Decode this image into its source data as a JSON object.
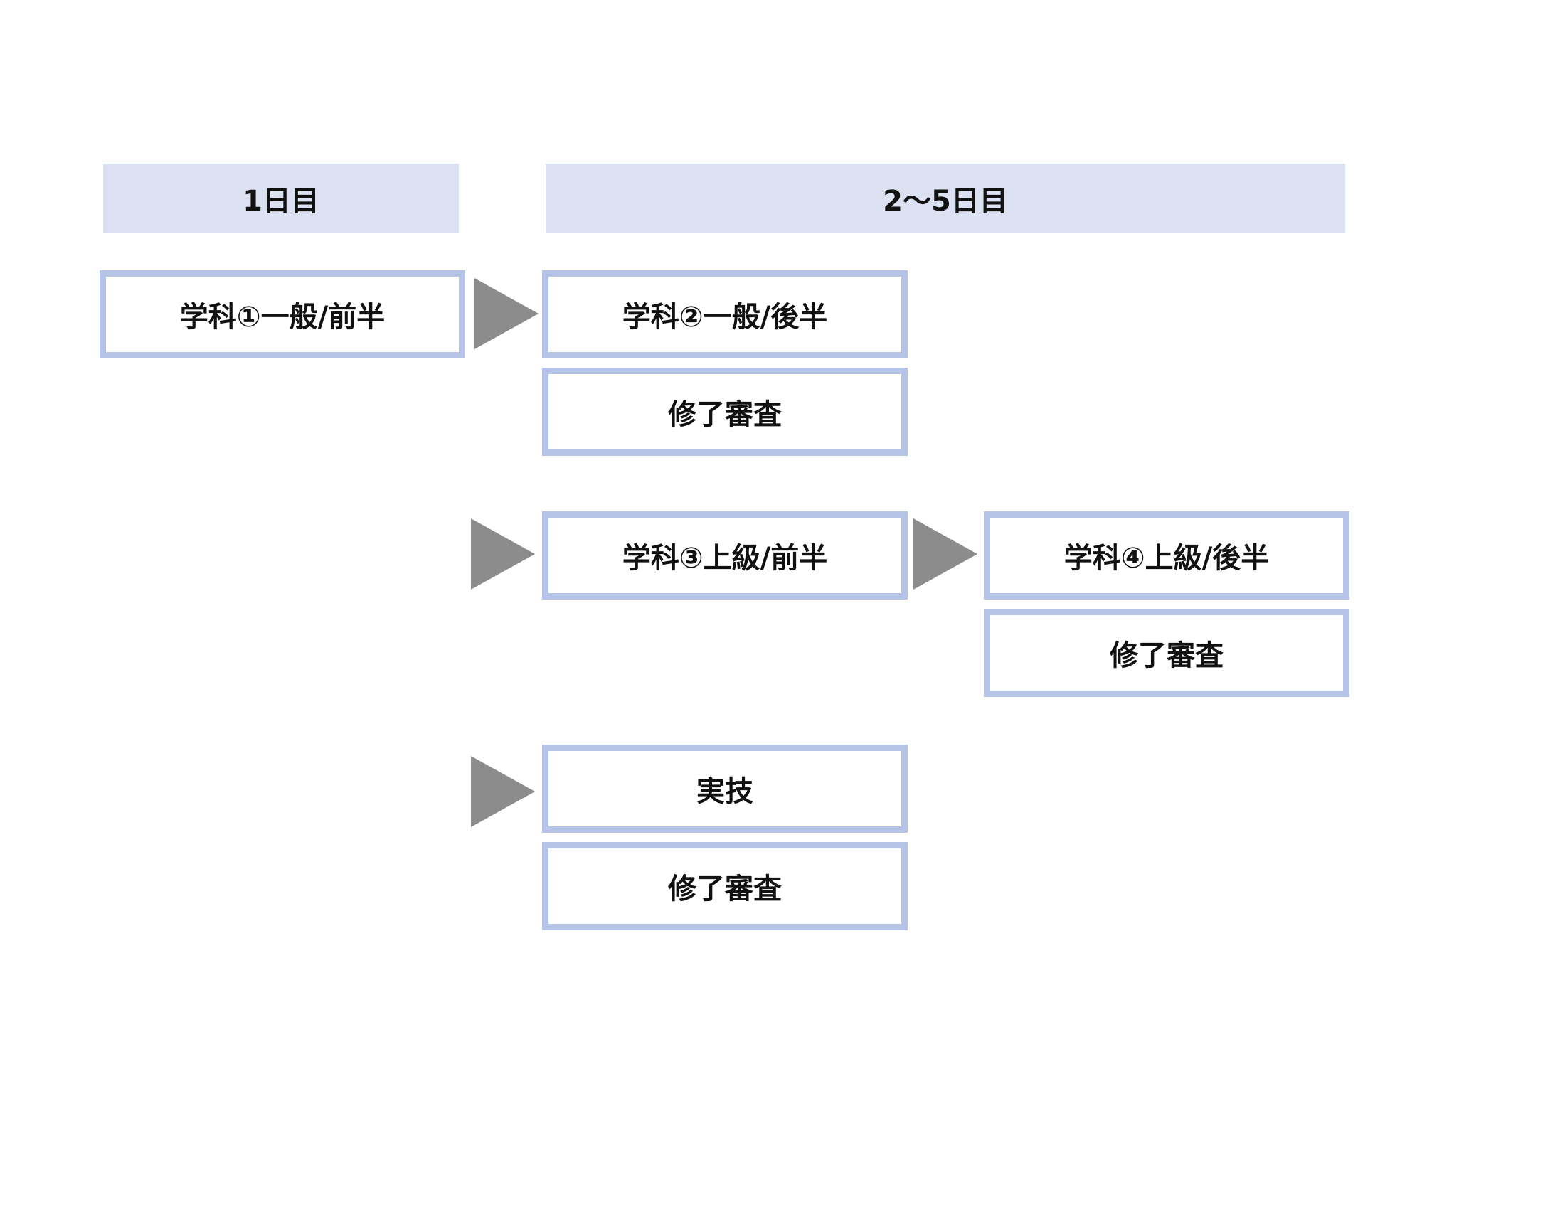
{
  "headers": {
    "day1": "1日目",
    "days2to5": "2～5日目"
  },
  "flow": {
    "general_first": "学科①一般/前半",
    "general_second": "学科②一般/後半",
    "completion_review_1": "修了審査",
    "advanced_first": "学科③上級/前半",
    "advanced_second": "学科④上級/後半",
    "completion_review_2": "修了審査",
    "practical": "実技",
    "completion_review_3": "修了審査"
  },
  "colors": {
    "header_bg": "#dbe1f1",
    "box_border": "#b4c3e6",
    "arrow": "#8c8c8c"
  }
}
